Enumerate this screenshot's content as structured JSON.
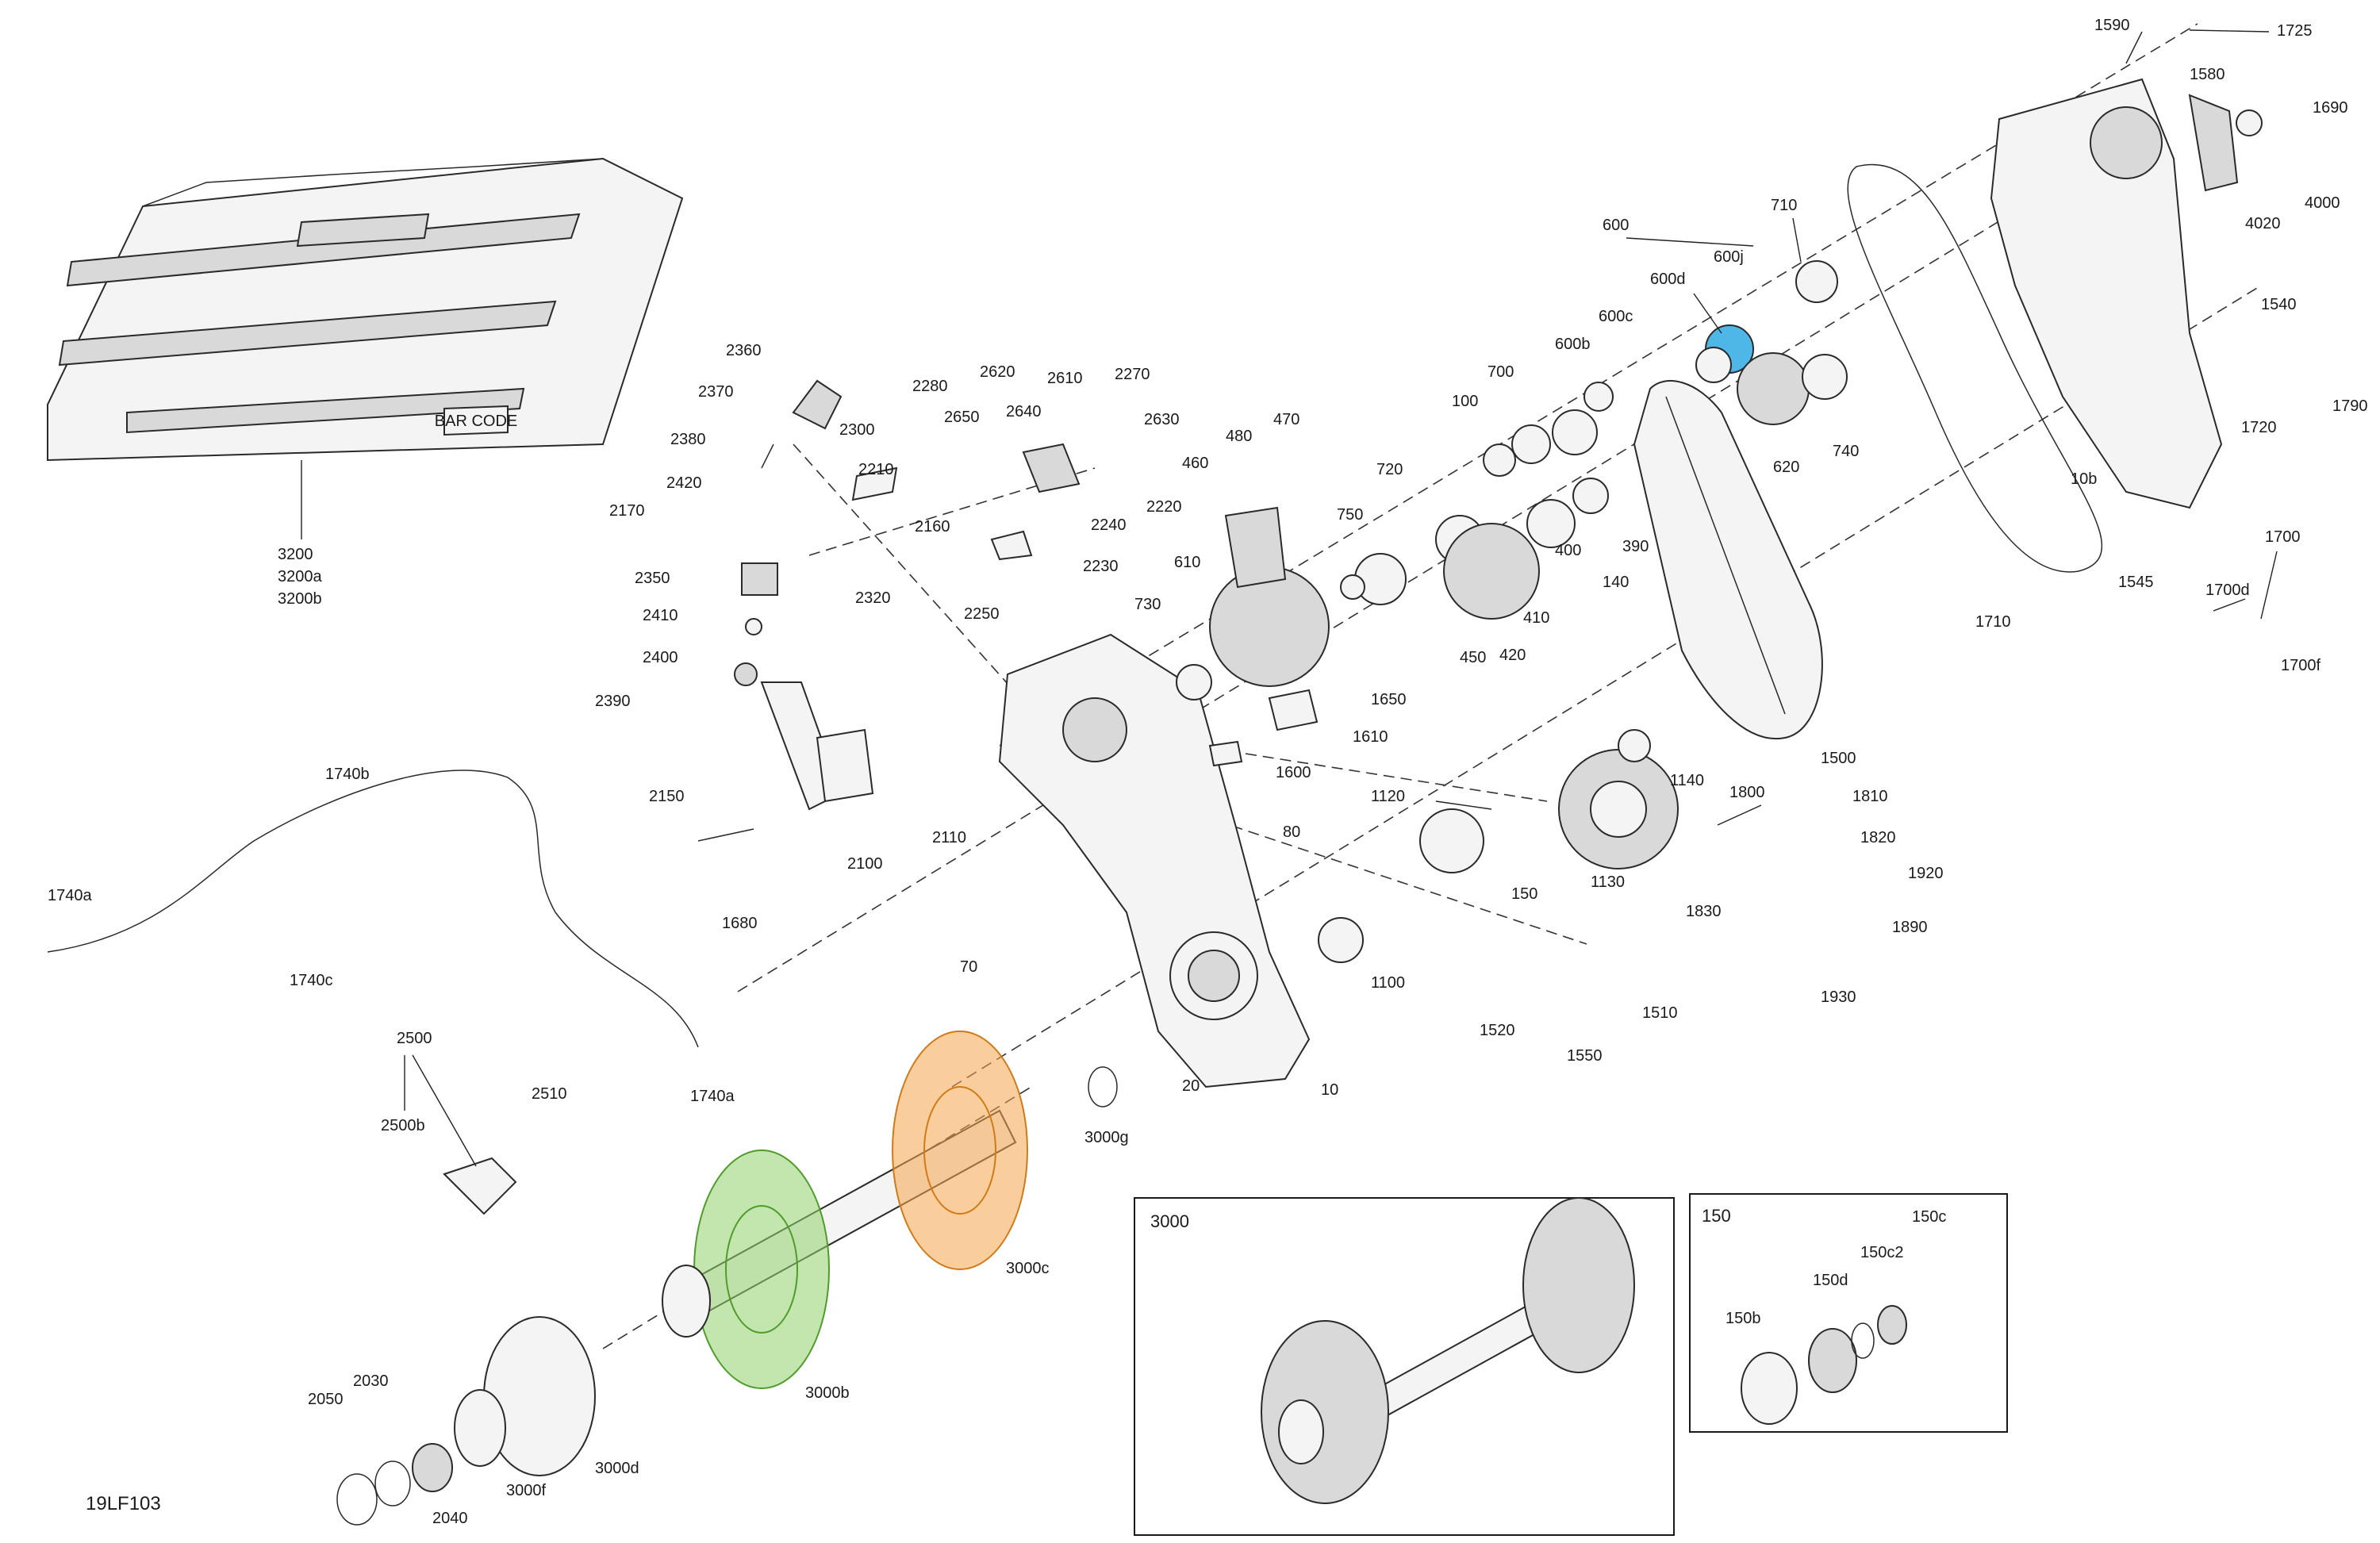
{
  "diagram_code": "19LF103",
  "colors": {
    "ink": "#1a1a1a",
    "green_sprocket": "#8fd16a",
    "orange_sprocket": "#f5a54a",
    "blue_gear": "#4fb6e8"
  },
  "insets": [
    {
      "title": "3000"
    },
    {
      "title": "150",
      "labels": [
        "150c",
        "150c2",
        "150d",
        "150b"
      ]
    }
  ],
  "labels": {
    "l1590": "1590",
    "l1725": "1725",
    "l1580": "1580",
    "l1690": "1690",
    "l4000": "4000",
    "l4020": "4020",
    "l1540": "1540",
    "l1720": "1720",
    "l1790": "1790",
    "l10b": "10b",
    "l1700": "1700",
    "l1545": "1545",
    "l1700d": "1700d",
    "l1700f": "1700f",
    "l1710": "1710",
    "l710": "710",
    "l600": "600",
    "l600j": "600j",
    "l600d": "600d",
    "l600c": "600c",
    "l600b": "600b",
    "l700": "700",
    "l100": "100",
    "l740": "740",
    "l620": "620",
    "l390": "390",
    "l140": "140",
    "l400": "400",
    "l410": "410",
    "l420": "420",
    "l450": "450",
    "l720": "720",
    "l750": "750",
    "l610": "610",
    "l730": "730",
    "l460": "460",
    "l480": "480",
    "l470": "470",
    "l2360": "2360",
    "l2370": "2370",
    "l2380": "2380",
    "l2420": "2420",
    "l2170": "2170",
    "l2350": "2350",
    "l2410": "2410",
    "l2400": "2400",
    "l2390": "2390",
    "l2280": "2280",
    "l2620": "2620",
    "l2610": "2610",
    "l2270": "2270",
    "l2650": "2650",
    "l2640": "2640",
    "l2630": "2630",
    "l2300": "2300",
    "l2210": "2210",
    "l2220": "2220",
    "l2160": "2160",
    "l2240": "2240",
    "l2230": "2230",
    "l2250": "2250",
    "l2320": "2320",
    "l2150": "2150",
    "l2100": "2100",
    "l2110": "2110",
    "l1650": "1650",
    "l1610": "1610",
    "l1600": "1600",
    "l1500": "1500",
    "l1140": "1140",
    "l1120": "1120",
    "l1800": "1800",
    "l1810": "1810",
    "l1820": "1820",
    "l1920": "1920",
    "l1830": "1830",
    "l1890": "1890",
    "l1930": "1930",
    "l150": "150",
    "l1130": "1130",
    "l80": "80",
    "l70": "70",
    "l1100": "1100",
    "l1520": "1520",
    "l1510": "1510",
    "l1550": "1550",
    "l1740b": "1740b",
    "l1740a": "1740a",
    "l1740c": "1740c",
    "l1740a2": "1740a",
    "l1680": "1680",
    "l2500": "2500",
    "l2500b": "2500b",
    "l2510": "2510",
    "l20": "20",
    "l10": "10",
    "l3000g": "3000g",
    "l3000c": "3000c",
    "l3000b": "3000b",
    "l3000d": "3000d",
    "l3000f": "3000f",
    "l2050": "2050",
    "l2030": "2030",
    "l2040": "2040",
    "l3200": "3200",
    "l3200a": "3200a",
    "l3200b": "3200b",
    "bar_code": "BAR CODE"
  }
}
